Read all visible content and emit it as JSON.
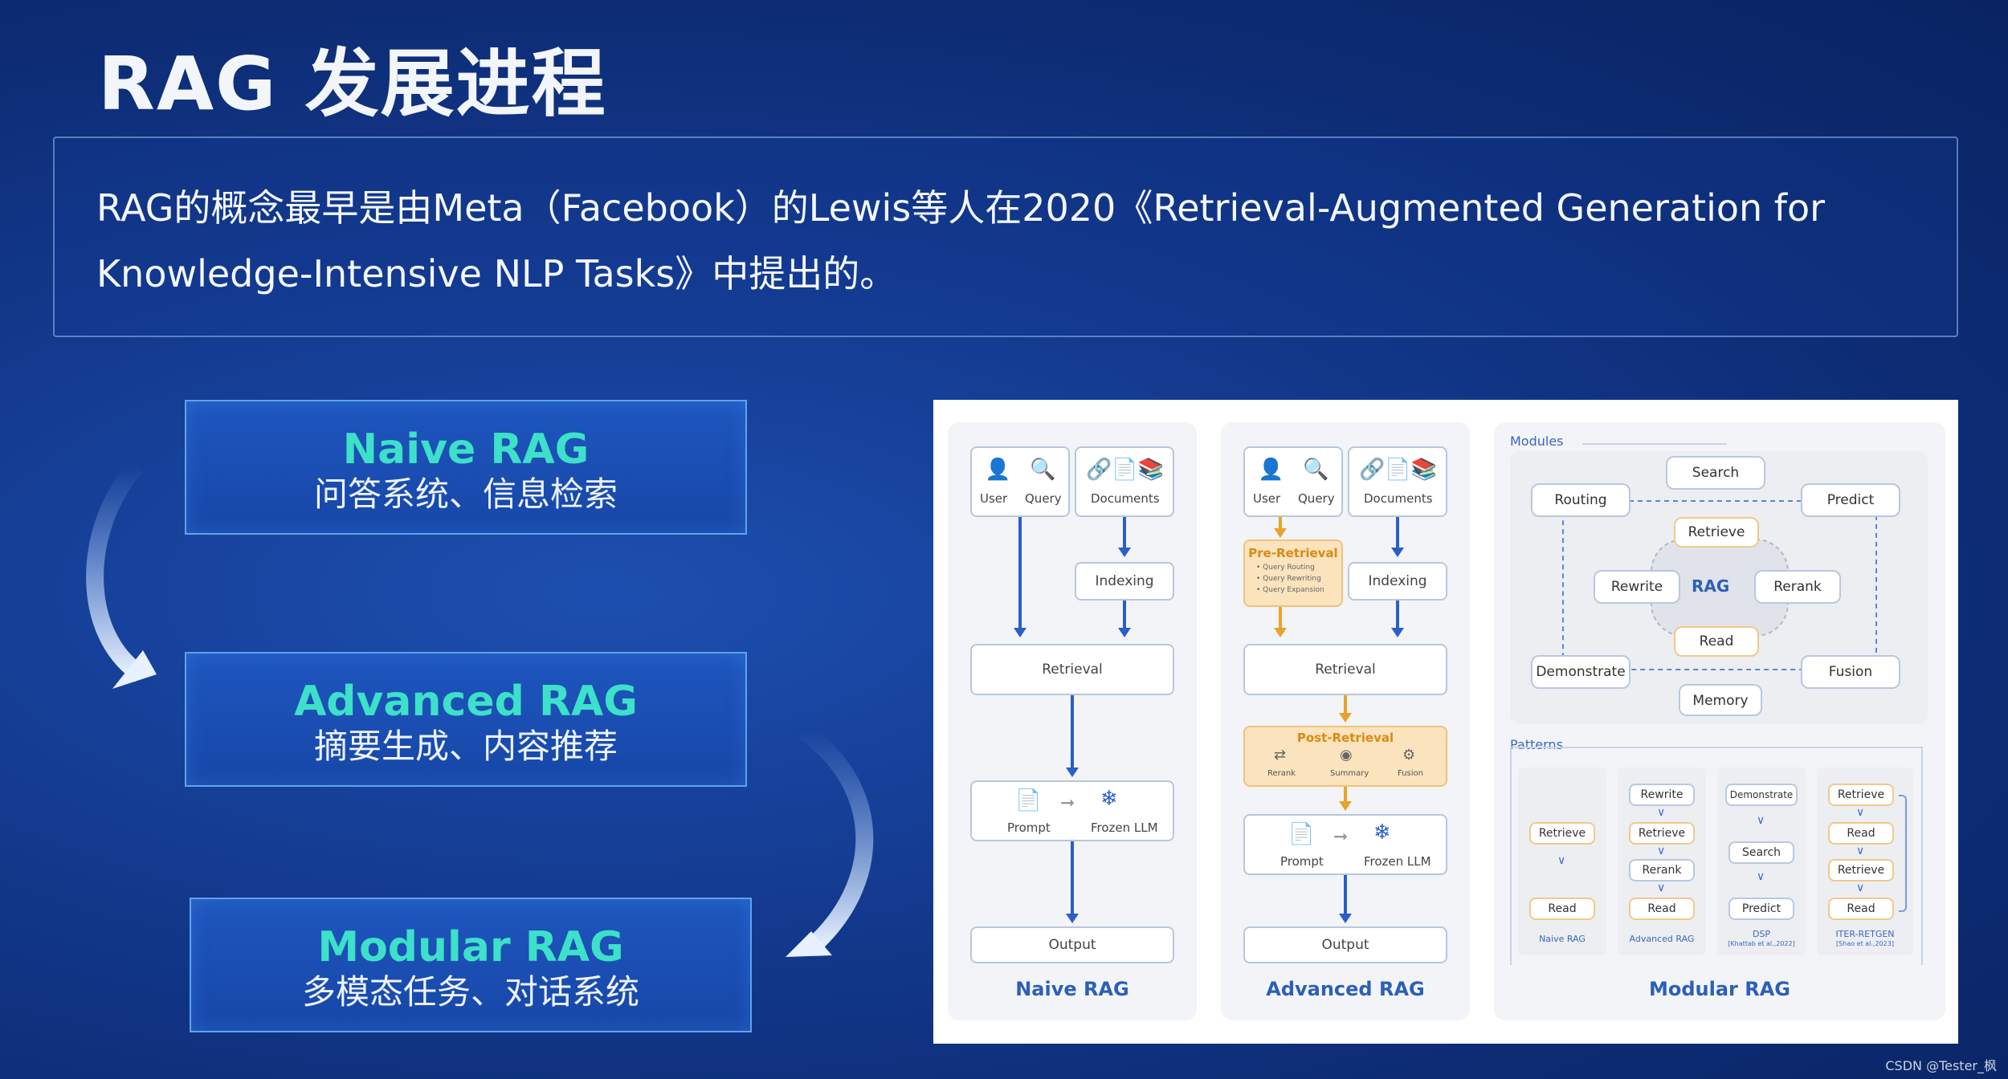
{
  "title": "RAG 发展进程",
  "intro_text": "RAG的概念最早是由Meta（Facebook）的Lewis等人在2020《Retrieval-Augmented Generation for Knowledge-Intensive NLP Tasks》中提出的。",
  "stages": [
    {
      "name": "Naive RAG",
      "desc": "问答系统、信息检索"
    },
    {
      "name": "Advanced RAG",
      "desc": "摘要生成、内容推荐"
    },
    {
      "name": "Modular RAG",
      "desc": "多模态任务、对话系统"
    }
  ],
  "naive": {
    "user": "User",
    "query": "Query",
    "documents": "Documents",
    "indexing": "Indexing",
    "retrieval": "Retrieval",
    "prompt": "Prompt",
    "frozen_llm": "Frozen LLM",
    "output": "Output",
    "label": "Naive RAG"
  },
  "advanced": {
    "user": "User",
    "query": "Query",
    "documents": "Documents",
    "pre_retrieval": "Pre-Retrieval",
    "pre_items": [
      "• Query Routing",
      "• Query Rewriting",
      "• Query Expansion"
    ],
    "indexing": "Indexing",
    "retrieval": "Retrieval",
    "post_retrieval": "Post-Retrieval",
    "post_items": [
      "Rerank",
      "Summary",
      "Fusion"
    ],
    "prompt": "Prompt",
    "frozen_llm": "Frozen LLM",
    "output": "Output",
    "label": "Advanced RAG"
  },
  "modular": {
    "modules_title": "Modules",
    "search": "Search",
    "routing": "Routing",
    "predict": "Predict",
    "retrieve": "Retrieve",
    "rewrite": "Rewrite",
    "rag": "RAG",
    "rerank": "Rerank",
    "read": "Read",
    "demonstrate": "Demonstrate",
    "fusion": "Fusion",
    "memory": "Memory",
    "patterns_title": "Patterns",
    "patterns": [
      {
        "steps": [
          "Retrieve",
          "Read"
        ],
        "name": "Naive RAG",
        "cite": ""
      },
      {
        "steps": [
          "Rewrite",
          "Retrieve",
          "Rerank",
          "Read"
        ],
        "name": "Advanced RAG",
        "cite": ""
      },
      {
        "steps": [
          "Demonstrate",
          "Search",
          "Predict"
        ],
        "name": "DSP",
        "cite": "[Khattab et al.,2022]"
      },
      {
        "steps": [
          "Retrieve",
          "Read",
          "Retrieve",
          "Read"
        ],
        "name": "ITER-RETGEN",
        "cite": "[Shao et al.,2023]"
      }
    ],
    "label": "Modular RAG"
  },
  "watermark": "CSDN @Tester_枫"
}
